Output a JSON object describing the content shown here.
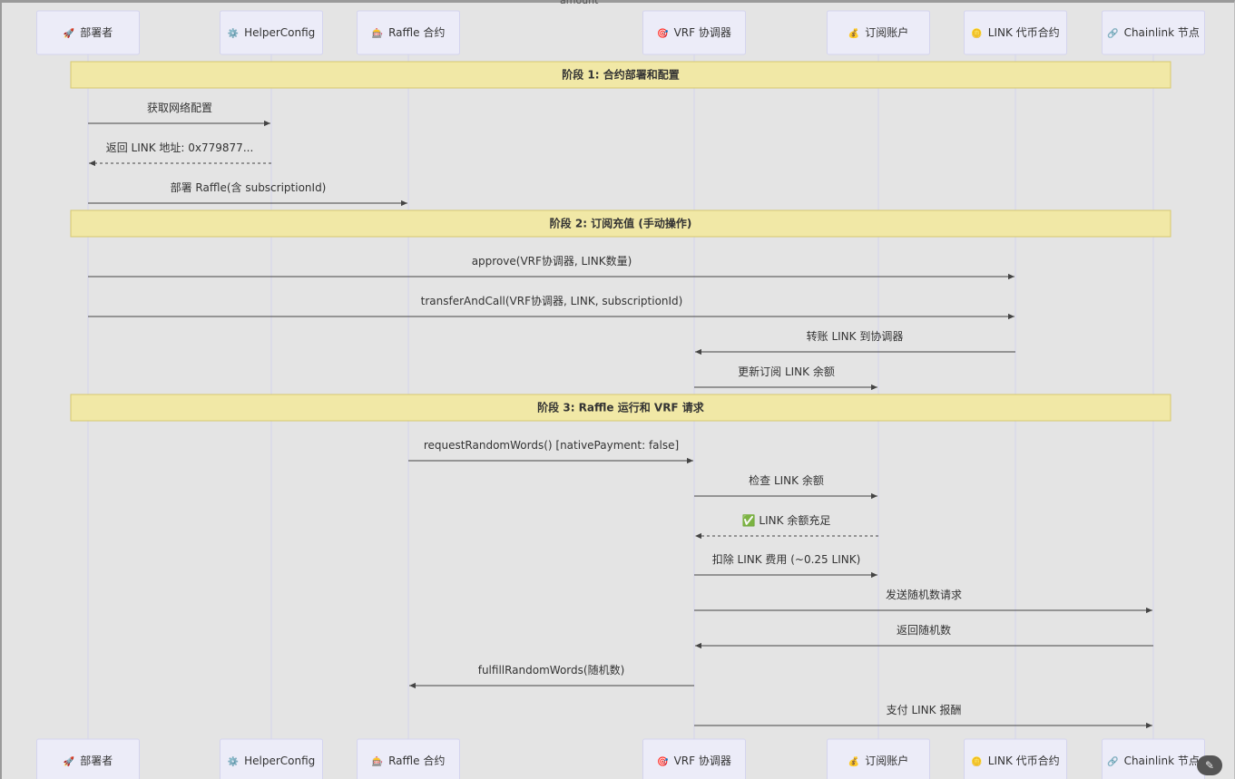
{
  "top_label": "amount",
  "actors": [
    {
      "id": "deployer",
      "icon": "🚀",
      "label": "部署者"
    },
    {
      "id": "helper",
      "icon": "⚙️",
      "label": "HelperConfig"
    },
    {
      "id": "raffle",
      "icon": "🎰",
      "label": "Raffle 合约"
    },
    {
      "id": "vrf",
      "icon": "🎯",
      "label": "VRF 协调器"
    },
    {
      "id": "sub",
      "icon": "💰",
      "label": "订阅账户"
    },
    {
      "id": "link",
      "icon": "🪙",
      "label": "LINK 代币合约"
    },
    {
      "id": "node",
      "icon": "🔗",
      "label": "Chainlink 节点"
    }
  ],
  "notes": [
    {
      "text": "阶段 1: 合约部署和配置"
    },
    {
      "text": "阶段 2: 订阅充值 (手动操作)"
    },
    {
      "text": "阶段 3: Raffle 运行和 VRF 请求"
    }
  ],
  "messages": [
    {
      "from": "deployer",
      "to": "helper",
      "text": "获取网络配置",
      "dashed": false
    },
    {
      "from": "helper",
      "to": "deployer",
      "text": "返回 LINK 地址: 0x779877...",
      "dashed": true
    },
    {
      "from": "deployer",
      "to": "raffle",
      "text": "部署 Raffle(含 subscriptionId)",
      "dashed": false
    },
    {
      "from": "deployer",
      "to": "link",
      "text": "approve(VRF协调器, LINK数量)",
      "dashed": false
    },
    {
      "from": "deployer",
      "to": "link",
      "text": "transferAndCall(VRF协调器, LINK, subscriptionId)",
      "dashed": false
    },
    {
      "from": "link",
      "to": "vrf",
      "text": "转账 LINK 到协调器",
      "dashed": false
    },
    {
      "from": "vrf",
      "to": "sub",
      "text": "更新订阅 LINK 余额",
      "dashed": false
    },
    {
      "from": "raffle",
      "to": "vrf",
      "text": "requestRandomWords() [nativePayment: false]",
      "dashed": false
    },
    {
      "from": "vrf",
      "to": "sub",
      "text": "检查 LINK 余额",
      "dashed": false
    },
    {
      "from": "sub",
      "to": "vrf",
      "text": "✅ LINK 余额充足",
      "dashed": true
    },
    {
      "from": "vrf",
      "to": "sub",
      "text": "扣除 LINK 费用 (~0.25 LINK)",
      "dashed": false
    },
    {
      "from": "vrf",
      "to": "node",
      "text": "发送随机数请求",
      "dashed": false
    },
    {
      "from": "node",
      "to": "vrf",
      "text": "返回随机数",
      "dashed": false
    },
    {
      "from": "vrf",
      "to": "raffle",
      "text": "fulfillRandomWords(随机数)",
      "dashed": false
    },
    {
      "from": "vrf",
      "to": "node",
      "text": "支付 LINK 报酬",
      "dashed": false
    }
  ],
  "fab_icon": "magic-wand-icon"
}
